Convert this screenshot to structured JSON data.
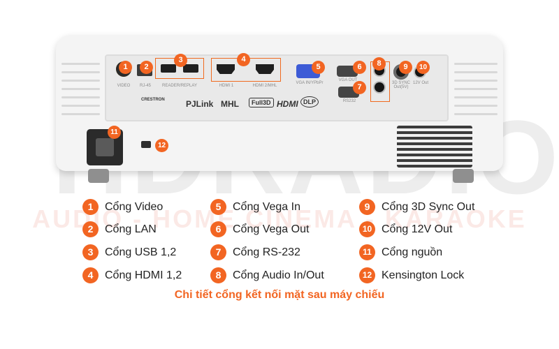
{
  "watermark": {
    "main": "HDRADIO",
    "sub": "AUDIO - HOME CINEMA - KARAOKE"
  },
  "callouts": [
    "1",
    "2",
    "3",
    "4",
    "5",
    "6",
    "7",
    "8",
    "9",
    "10",
    "11",
    "12"
  ],
  "port_labels": {
    "video": "VIDEO",
    "lan": "RJ-45",
    "usb": "READER/REPLAY",
    "hdmi1": "HDMI 1",
    "hdmi2": "HDMI 2/MHL",
    "vga_in": "VGA IN/YPbPr",
    "vga_out": "VGA OUT",
    "rs232": "RS232",
    "sync": "3D SYNC Out(5V)",
    "dc12": "12V Out"
  },
  "logos": {
    "crestron": "CRESTRON",
    "pjlink": "PJLink",
    "mhl": "MHL",
    "full3d": "Full3D",
    "hdmi": "HDMI",
    "dlp": "DLP"
  },
  "legend": [
    {
      "num": "1",
      "label": "Cổng Video"
    },
    {
      "num": "2",
      "label": "Cổng LAN"
    },
    {
      "num": "3",
      "label": "Cổng USB 1,2"
    },
    {
      "num": "4",
      "label": "Cổng HDMI 1,2"
    },
    {
      "num": "5",
      "label": "Cổng Vega In"
    },
    {
      "num": "6",
      "label": "Cổng Vega Out"
    },
    {
      "num": "7",
      "label": "Cổng RS-232"
    },
    {
      "num": "8",
      "label": "Cổng Audio In/Out"
    },
    {
      "num": "9",
      "label": "Cổng 3D Sync Out"
    },
    {
      "num": "10",
      "label": "Cổng 12V Out"
    },
    {
      "num": "11",
      "label": "Cổng nguồn"
    },
    {
      "num": "12",
      "label": "Kensington Lock"
    }
  ],
  "caption": "Chi tiết cổng kết nối mặt sau máy chiếu",
  "colors": {
    "accent": "#f26522",
    "body": "#f4f4f4",
    "vga": "#3d5bd6"
  }
}
